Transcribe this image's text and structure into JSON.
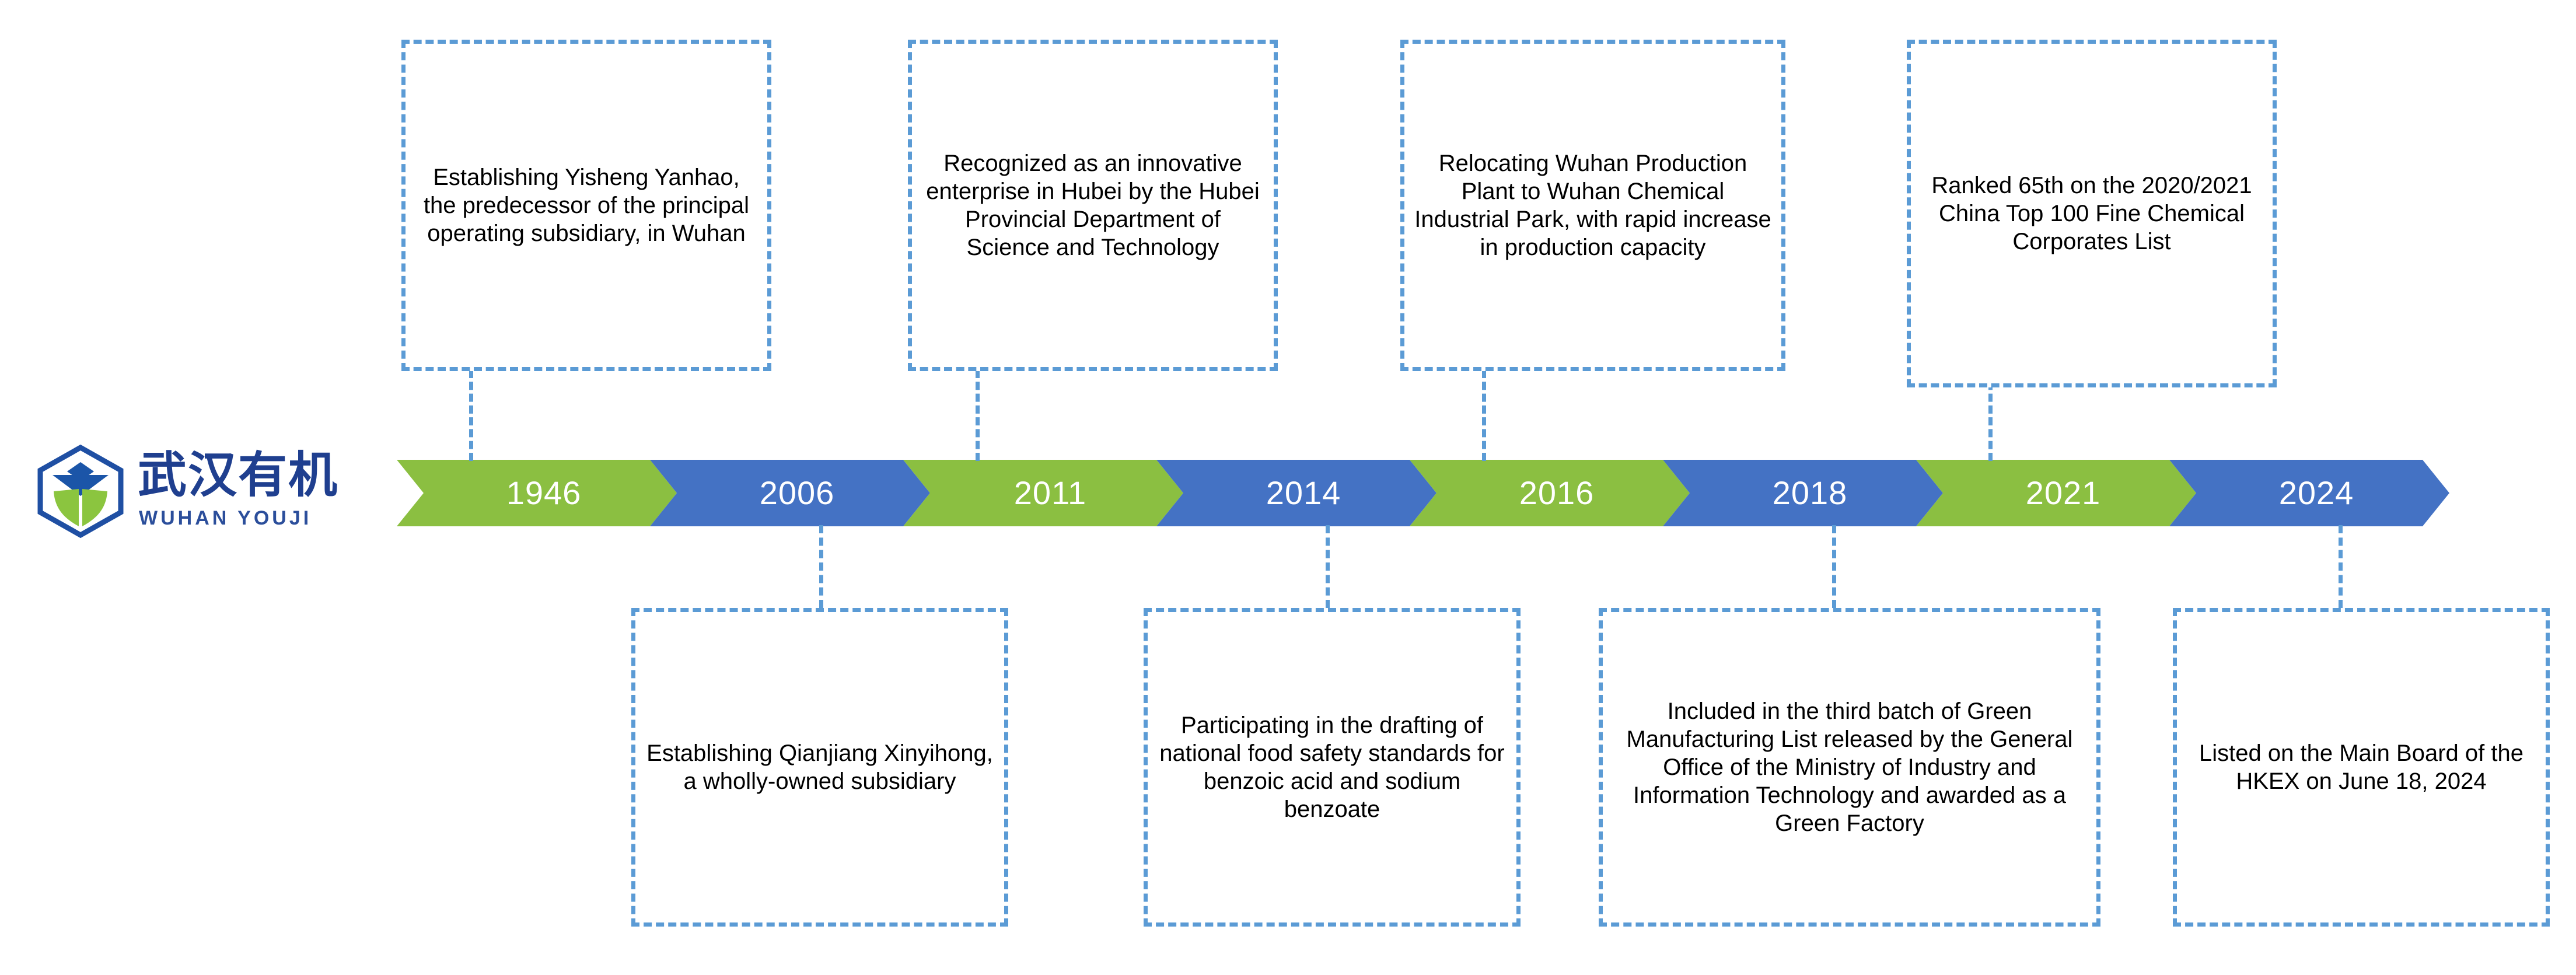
{
  "brand": {
    "name_cn": "武汉有机",
    "name_en": "WUHAN  YOUJI",
    "logo_icon": "hexagon-leaf-logo"
  },
  "colors": {
    "green": "#8BBF41",
    "blue": "#4472C4",
    "dash_border": "#5B9BD5",
    "year_text": "#FFFFFF",
    "note_text": "#000000",
    "logo_blue": "#1F3F8F"
  },
  "timeline": {
    "milestones": [
      {
        "year": "1946",
        "color": "green",
        "position": "above",
        "text": "Establishing Yisheng Yanhao, the predecessor of the principal operating subsidiary, in Wuhan"
      },
      {
        "year": "2006",
        "color": "blue",
        "position": "below",
        "text": "Establishing Qianjiang Xinyihong, a wholly-owned subsidiary"
      },
      {
        "year": "2011",
        "color": "green",
        "position": "above",
        "text": "Recognized as an innovative enterprise in Hubei by the Hubei Provincial Department of Science and Technology"
      },
      {
        "year": "2014",
        "color": "blue",
        "position": "below",
        "text": "Participating in the drafting of national food safety standards for benzoic acid and sodium benzoate"
      },
      {
        "year": "2016",
        "color": "green",
        "position": "above",
        "text": "Relocating Wuhan Production Plant to Wuhan Chemical Industrial Park, with rapid increase in production capacity"
      },
      {
        "year": "2018",
        "color": "blue",
        "position": "below",
        "text": "Included in the third batch of Green Manufacturing List released by the General Office of the Ministry of Industry and Information Technology and awarded as a Green Factory"
      },
      {
        "year": "2021",
        "color": "green",
        "position": "above",
        "text": "Ranked 65th on the 2020/2021 China Top 100 Fine Chemical Corporates List"
      },
      {
        "year": "2024",
        "color": "blue",
        "position": "below",
        "text": "Listed on the Main Board of the HKEX on June 18, 2024"
      }
    ]
  }
}
